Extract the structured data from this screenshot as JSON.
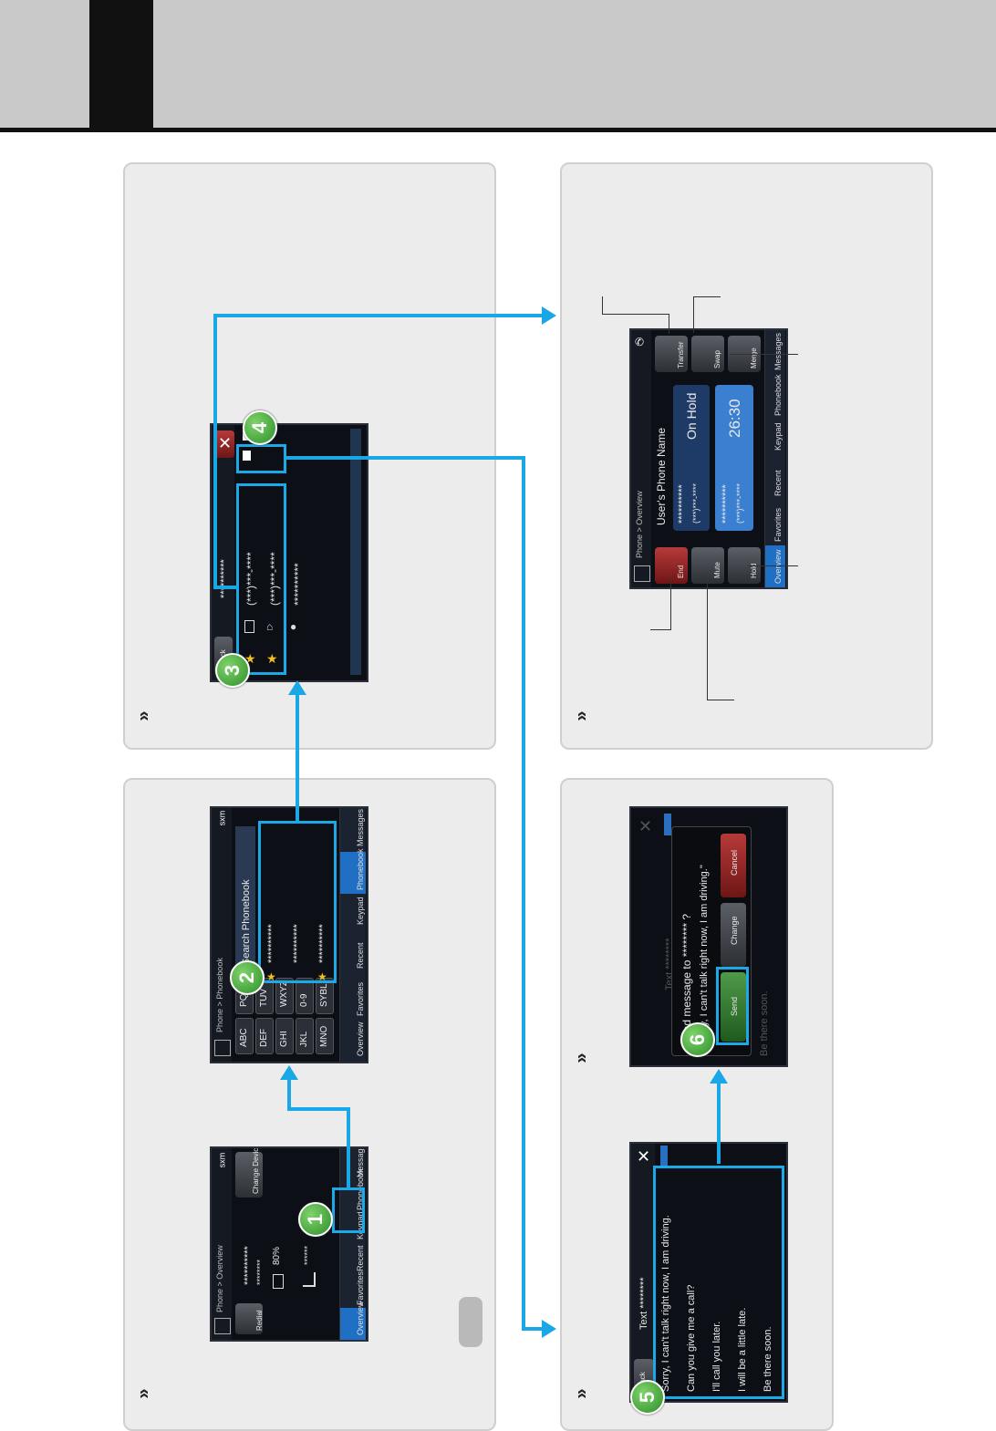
{
  "overview": {
    "breadcrumb": "Phone > Overview",
    "number": "**********",
    "sub_number": "********",
    "battery": "80%",
    "signal": "******",
    "redial": "Redial",
    "change_device": "Change Device",
    "sxm": "sxm"
  },
  "tabs": [
    "Overview",
    "Favorites",
    "Recent",
    "Keypad",
    "Phonebook",
    "Messages"
  ],
  "phonebook": {
    "breadcrumb": "Phone > Phonebook",
    "search": "Search Phonebook",
    "keys": [
      "ABC",
      "PQRS",
      "DEF",
      "TUV",
      "GHI",
      "WXYZ",
      "JKL",
      "0-9",
      "MNO",
      "SYBL"
    ],
    "entries": [
      "**********",
      "**********",
      "**********"
    ]
  },
  "contact": {
    "name": "**********",
    "back": "Back",
    "numbers": [
      "(***)***-****",
      "(***)***-****"
    ],
    "address": "**********"
  },
  "call": {
    "breadcrumb": "Phone > Overview",
    "phone_name": "User's Phone Name",
    "caller1": "**********",
    "caller1_number": "(***)***-****",
    "status": "On Hold",
    "caller2": "**********",
    "caller2_number": "(***)***-****",
    "timer": "26:30",
    "end": "End",
    "mute": "Mute",
    "hold": "Hold",
    "transfer": "Transfer",
    "swap": "Swap",
    "merge": "Merge"
  },
  "messages": {
    "title": "Text ********",
    "back": "Back",
    "items": [
      "Sorry, I can't talk right now, I am driving.",
      "Can you give me a call?",
      "I'll call you later.",
      "I will be a little late.",
      "Be there soon."
    ]
  },
  "confirm": {
    "bg_title": "Text ********",
    "question": "Send message to ******** ?",
    "quote": "Sorry, I can't talk right now, I am driving.\"",
    "send": "Send",
    "change": "Change",
    "cancel": "Cancel",
    "bg_item": "Be there soon."
  },
  "steps": [
    "1",
    "2",
    "3",
    "4",
    "5",
    "6"
  ],
  "colors": {
    "highlight": "#1ca9e8",
    "badge": "#3fa238",
    "header": "#c9c9c9"
  }
}
